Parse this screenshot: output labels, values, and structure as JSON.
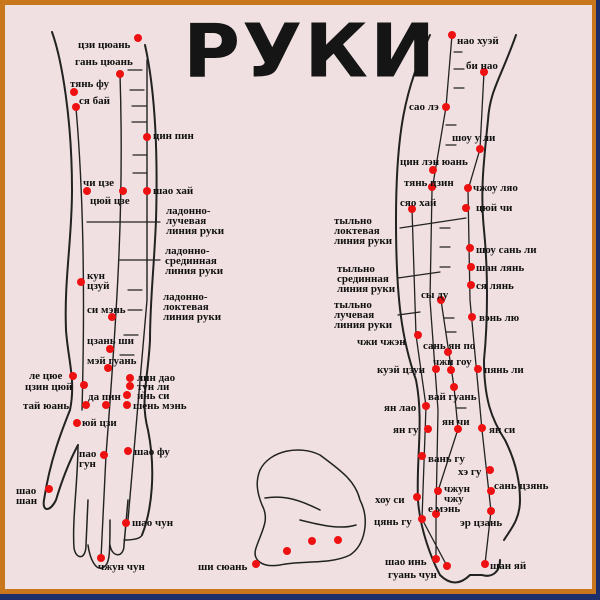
{
  "title": "РУКИ",
  "colors": {
    "point": "#ee1111",
    "background": "#f0e0e1",
    "frame_outer": "#c8771c",
    "frame_shadow": "#1d2f6a"
  },
  "left_arm_labels": [
    "цзи цюань",
    "гань цюань",
    "тянь фу",
    "ся бай",
    "цин пин",
    "чи цзе",
    "цюй цзе",
    "шао хай",
    "ладонно-\nлучевая\nлиния руки",
    "ладонно-\nсрединная\nлиния руки",
    "кун\nцзуй",
    "ладонно-\nлоктевая\nлиния руки",
    "си мэнь",
    "цзань ши",
    "мэй гуань",
    "ле цюе",
    "цзин цюй",
    "лин дао",
    "тун ли",
    "да пин",
    "инь си",
    "тай юань",
    "шень мэнь",
    "юй цзи",
    "пао\nгун",
    "шао фу",
    "шао\nшан",
    "шао чун",
    "чжун чун",
    "ши сюань"
  ],
  "right_arm_labels": [
    "нао хуэй",
    "би нао",
    "сао лэ",
    "шоу у ли",
    "цин лэн юань",
    "тянь цзин",
    "чжоу ляо",
    "сяо хай",
    "цюй чи",
    "тыльно\nлоктевая\nлиния руки",
    "шоу сань ли",
    "шан лянь",
    "ся лянь",
    "тыльно\nсрединная\nлиния руки",
    "сы ду",
    "тыльно\nлучевая\nлиния руки",
    "вэнь лю",
    "чжи чжэн",
    "сань ян по",
    "чжи гоу",
    "куэй цзун",
    "пянь ли",
    "вай гуань",
    "ян лао",
    "ян чи",
    "ян гу",
    "ян си",
    "вань гу",
    "хэ гу",
    "сань цзянь",
    "чжун\nчжу",
    "хоу си",
    "е мэнь",
    "цянь гу",
    "эр цзань",
    "шао инь",
    "гуань чун",
    "шан яй"
  ]
}
